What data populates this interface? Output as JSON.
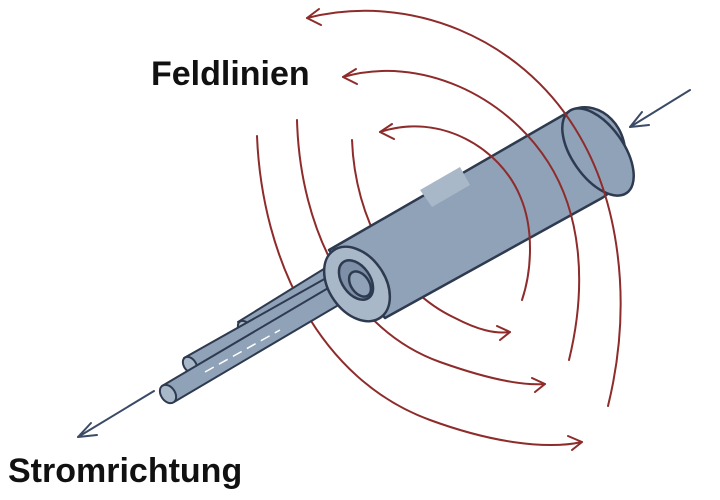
{
  "labels": {
    "field_lines": "Feldlinien",
    "current_direction": "Stromrichtung"
  },
  "colors": {
    "field_line": "#8e2b2b",
    "current_arrow": "#3b4a66",
    "cable_fill": "#8fa2b8",
    "cable_dark": "#7d90a7",
    "cable_light": "#a9b8c9",
    "outline": "#2e3a4f"
  },
  "icons": {
    "field_arrow": "arrowhead",
    "current_arrow": "arrowhead"
  }
}
